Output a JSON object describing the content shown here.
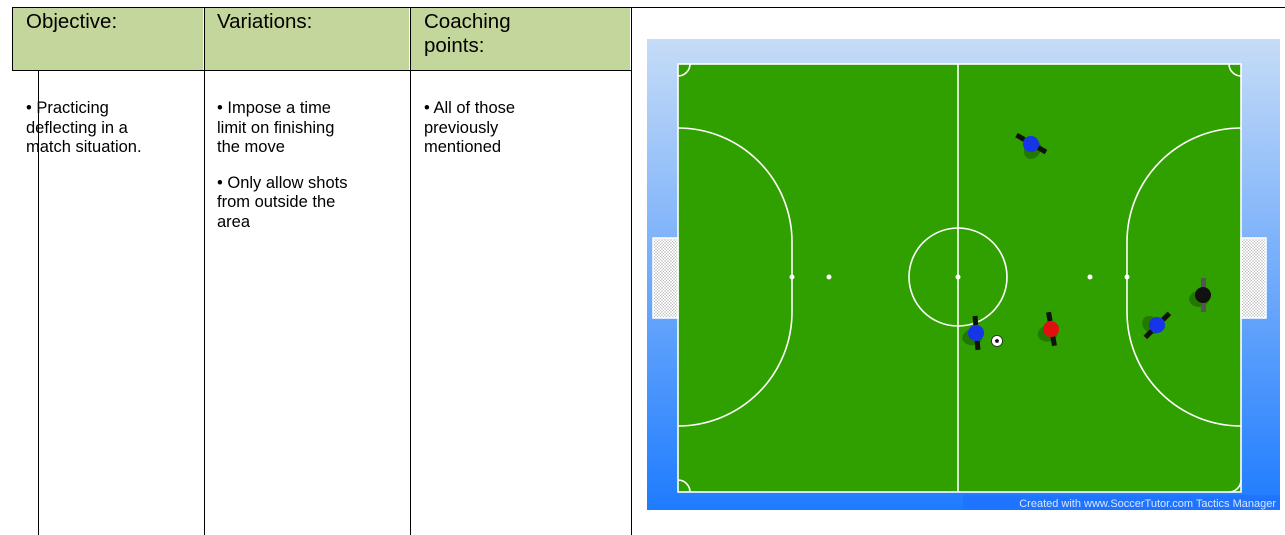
{
  "table": {
    "headers": {
      "objective": "Objective:",
      "variations": "Variations:",
      "coaching": "Coaching\npoints:"
    },
    "objective_items": [
      "• Practicing\ndeflecting in a\nmatch situation."
    ],
    "variation_items": [
      "• Impose a time\nlimit on finishing\nthe move",
      "• Only allow shots\nfrom outside the\narea"
    ],
    "coaching_items": [
      "• All of those\npreviously\nmentioned"
    ]
  },
  "diagram": {
    "watermark": "Created with www.SoccerTutor.com Tactics Manager",
    "colors": {
      "pitch": "#2fa000",
      "lines": "#ffffff",
      "sky_top": "#c6dcf7",
      "sky_bottom": "#1e7cff",
      "header_fill": "#c3d69b"
    },
    "players": [
      {
        "team": "blue",
        "color": "#1634e8"
      },
      {
        "team": "blue",
        "color": "#1634e8"
      },
      {
        "team": "blue",
        "color": "#1634e8"
      },
      {
        "team": "red",
        "color": "#e01010"
      },
      {
        "team": "black",
        "color": "#111111"
      }
    ],
    "ball": "soccer-ball"
  }
}
